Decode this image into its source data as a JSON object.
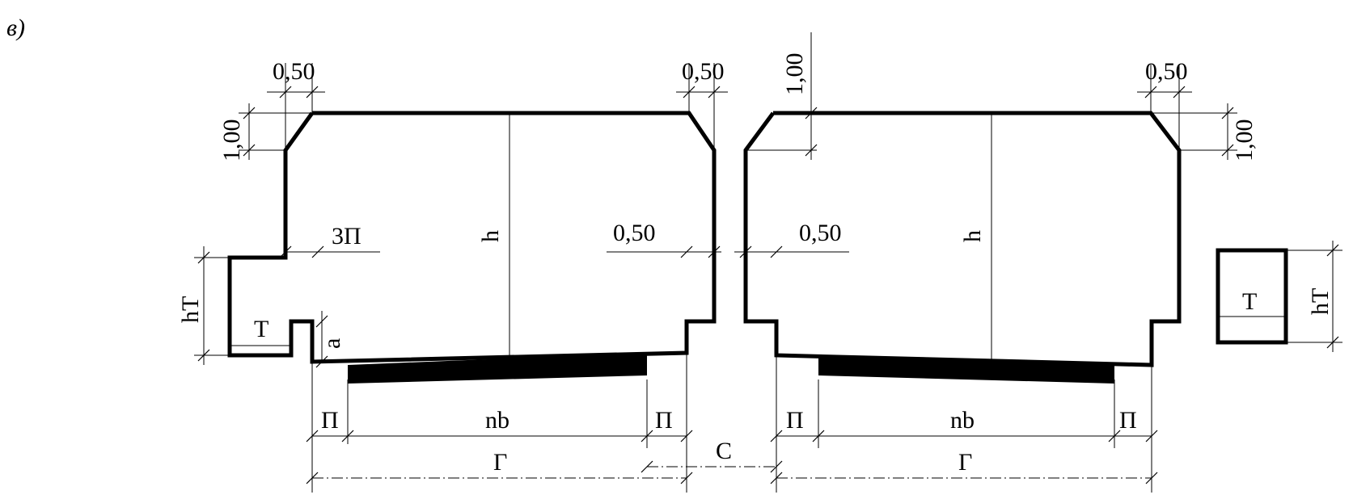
{
  "figure": {
    "panel_label": "в)",
    "left_section": {
      "chamfer_width_top_left": "0,50",
      "chamfer_width_top_right": "0,50",
      "chamfer_height_left": "1,00",
      "height": "h",
      "safety_strip_left": "3П",
      "safety_strip_right": "0,50",
      "sidewalk_height": "hТ",
      "sidewalk_width": "Т",
      "curb_height": "a",
      "dim_left_strip": "П",
      "dim_carriageway": "nb",
      "dim_right_strip": "П",
      "dim_width": "Г"
    },
    "gap": {
      "dim_between": "С"
    },
    "right_section": {
      "chamfer_height_left": "1,00",
      "chamfer_width_top_right": "0,50",
      "chamfer_height_right": "1,00",
      "height": "h",
      "safety_strip_left": "0,50",
      "dim_left_strip": "П",
      "dim_carriageway": "nb",
      "dim_right_strip": "П",
      "dim_width": "Г"
    },
    "sidewalk_box": {
      "width": "Т",
      "height": "hТ"
    }
  }
}
